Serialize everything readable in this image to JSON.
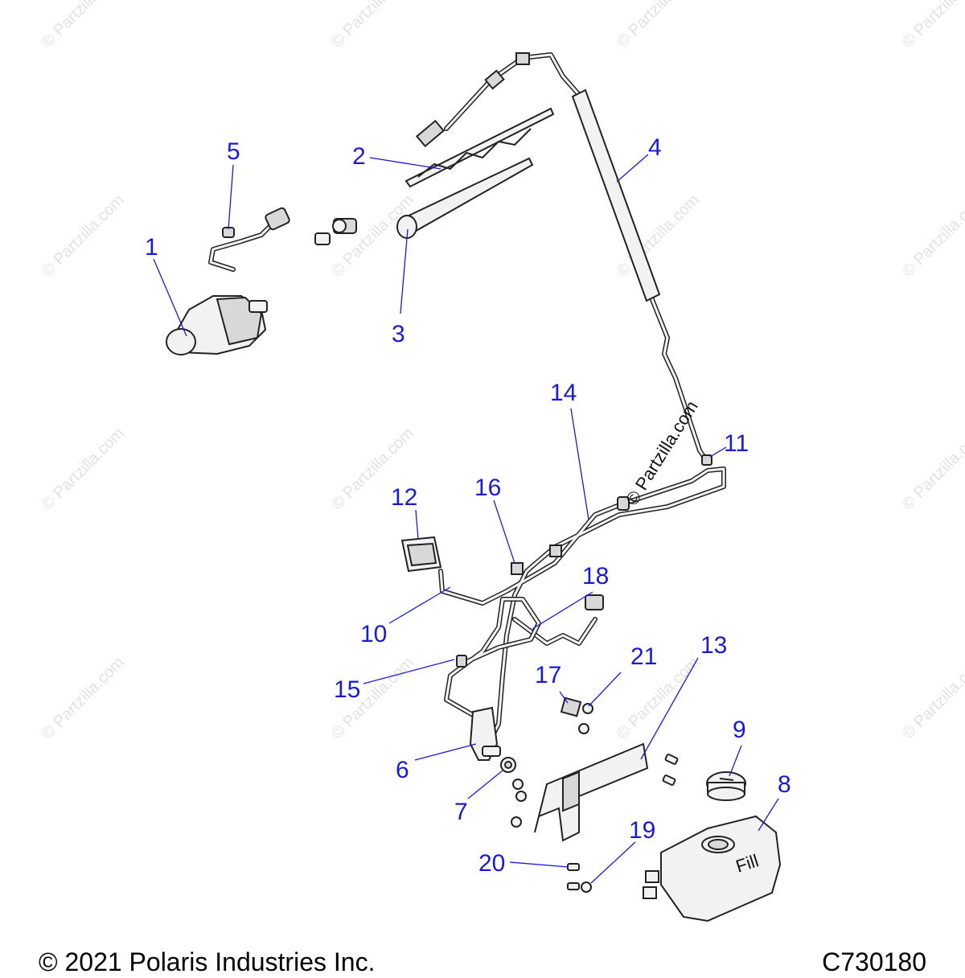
{
  "callouts": [
    {
      "id": "1",
      "label": "1"
    },
    {
      "id": "2",
      "label": "2"
    },
    {
      "id": "3",
      "label": "3"
    },
    {
      "id": "4",
      "label": "4"
    },
    {
      "id": "5",
      "label": "5"
    },
    {
      "id": "6",
      "label": "6"
    },
    {
      "id": "7",
      "label": "7"
    },
    {
      "id": "8",
      "label": "8"
    },
    {
      "id": "9",
      "label": "9"
    },
    {
      "id": "10",
      "label": "10"
    },
    {
      "id": "11",
      "label": "11"
    },
    {
      "id": "12",
      "label": "12"
    },
    {
      "id": "13",
      "label": "13"
    },
    {
      "id": "14",
      "label": "14"
    },
    {
      "id": "15",
      "label": "15"
    },
    {
      "id": "16",
      "label": "16"
    },
    {
      "id": "17",
      "label": "17"
    },
    {
      "id": "18",
      "label": "18"
    },
    {
      "id": "19",
      "label": "19"
    },
    {
      "id": "20",
      "label": "20"
    },
    {
      "id": "21",
      "label": "21"
    }
  ],
  "watermark": "© Partzilla.com",
  "tank_marking": "Fill",
  "footer": {
    "copyright": "© 2021 Polaris Industries Inc.",
    "drawing_number": "C730180"
  },
  "colors": {
    "callout": "#1a1ad6",
    "line_art": "#222222",
    "watermark": "#e2e2e2"
  }
}
